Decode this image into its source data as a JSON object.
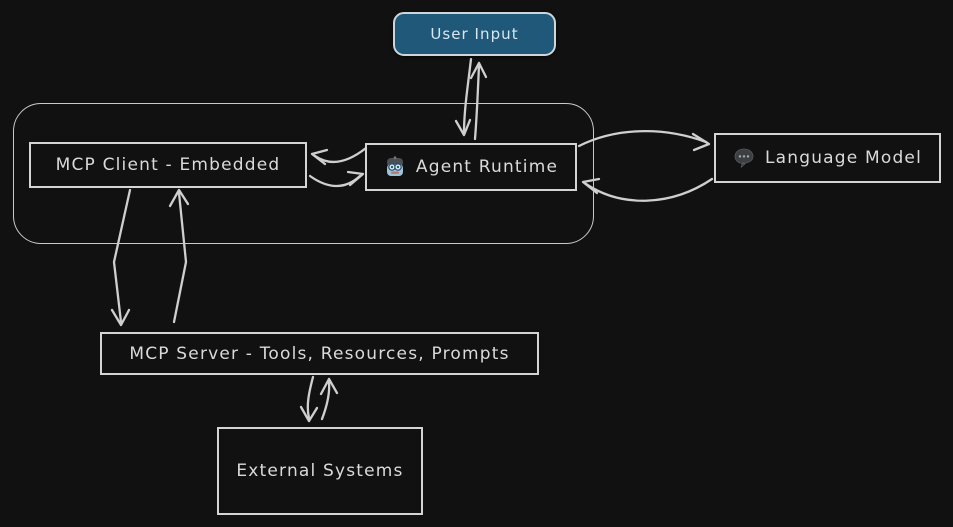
{
  "diagram": {
    "background_color": "#111111",
    "stroke_color": "#cfcfcf",
    "nodes": {
      "user_input": {
        "label": "User Input",
        "fill": "#1f5879",
        "text_color": "#d9e7f1",
        "shape": "rounded-rectangle"
      },
      "mcp_client": {
        "label": "MCP Client - Embedded",
        "shape": "rectangle"
      },
      "agent_runtime": {
        "label": "Agent Runtime",
        "icon": "robot-icon",
        "shape": "rectangle"
      },
      "language_model": {
        "label": "Language Model",
        "icon": "speech-balloon-icon",
        "shape": "rectangle"
      },
      "mcp_server": {
        "label": "MCP Server - Tools, Resources, Prompts",
        "shape": "rectangle"
      },
      "external_systems": {
        "label": "External Systems",
        "shape": "rectangle"
      },
      "agent_container": {
        "label": "",
        "shape": "rounded-rectangle-outline",
        "contains": [
          "mcp_client",
          "agent_runtime"
        ]
      }
    },
    "edges": [
      {
        "from": "user_input",
        "to": "agent_runtime",
        "bidirectional": true
      },
      {
        "from": "agent_runtime",
        "to": "mcp_client",
        "bidirectional": true
      },
      {
        "from": "agent_runtime",
        "to": "language_model",
        "bidirectional": true
      },
      {
        "from": "mcp_client",
        "to": "mcp_server",
        "bidirectional": true
      },
      {
        "from": "mcp_server",
        "to": "external_systems",
        "bidirectional": true
      }
    ]
  }
}
